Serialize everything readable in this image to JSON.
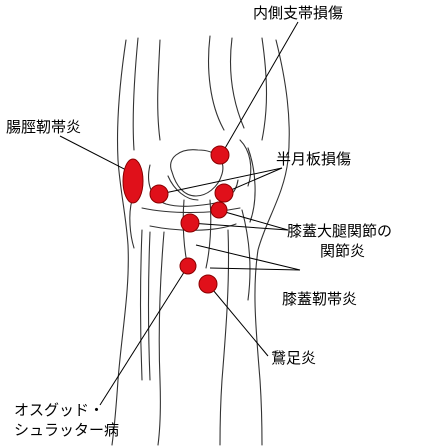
{
  "labels": {
    "mcl_injury": "内側支帯損傷",
    "itb_syndrome": "腸脛靭帯炎",
    "meniscus_injury": "半月板損傷",
    "patellofemoral_line1": "膝蓋大腿関節の",
    "patellofemoral_line2": "関節炎",
    "patellar_tendinitis": "膝蓋靭帯炎",
    "pes_anserine": "鵞足炎",
    "osgood_line1": "オスグッド・",
    "osgood_line2": "シュラッター病"
  },
  "colors": {
    "marker_fill": "#e0101a",
    "marker_stroke": "#8a0000",
    "line": "#000000"
  }
}
